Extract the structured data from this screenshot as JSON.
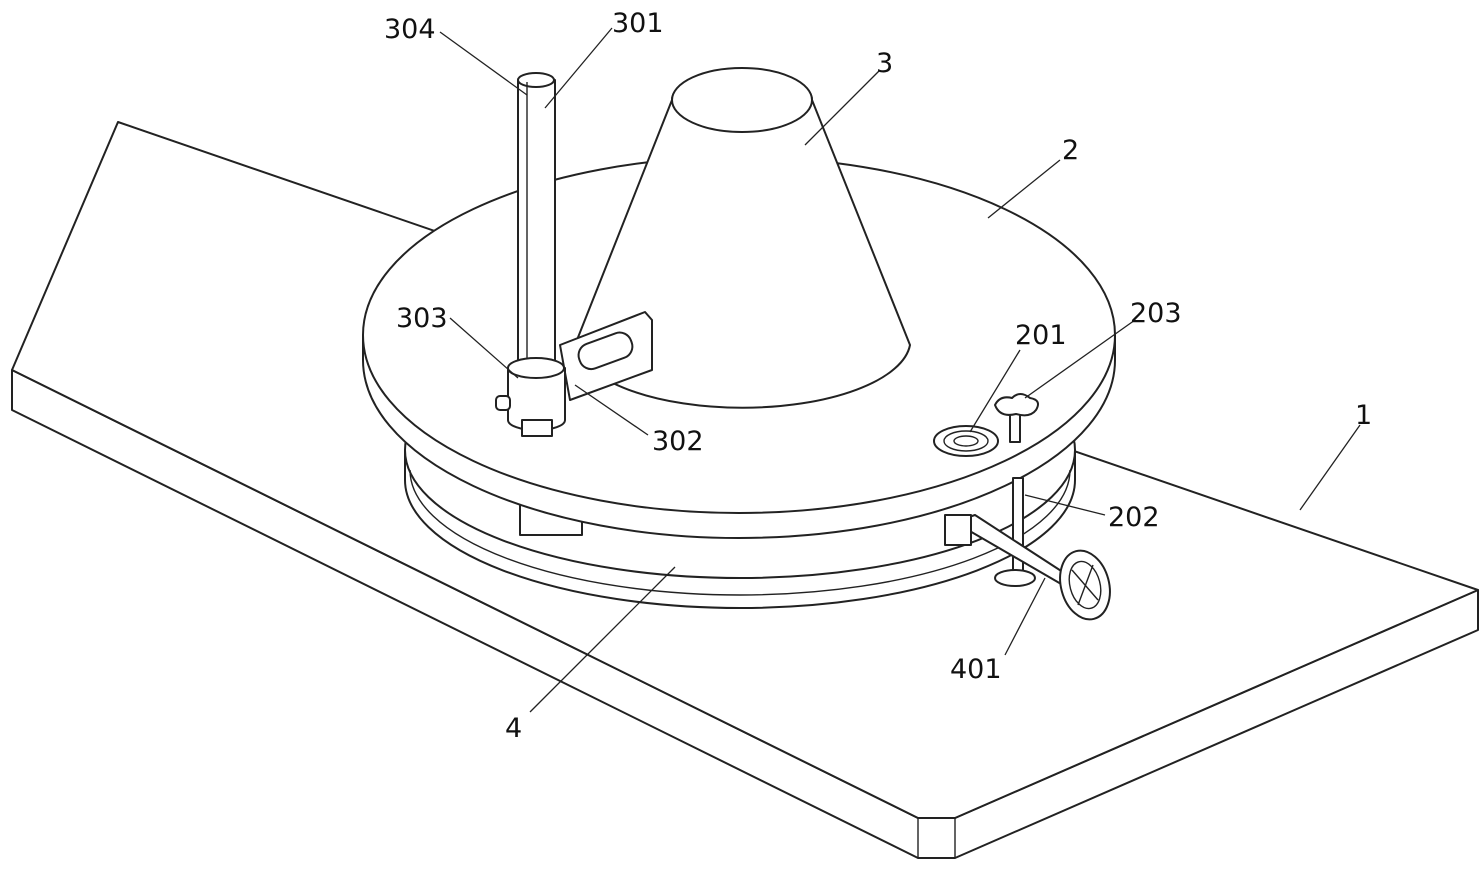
{
  "figure": {
    "labels": {
      "l304": "304",
      "l301": "301",
      "l3": "3",
      "l2": "2",
      "l303": "303",
      "l201": "201",
      "l203": "203",
      "l1": "1",
      "l302": "302",
      "l202": "202",
      "l401": "401",
      "l4": "4"
    }
  }
}
